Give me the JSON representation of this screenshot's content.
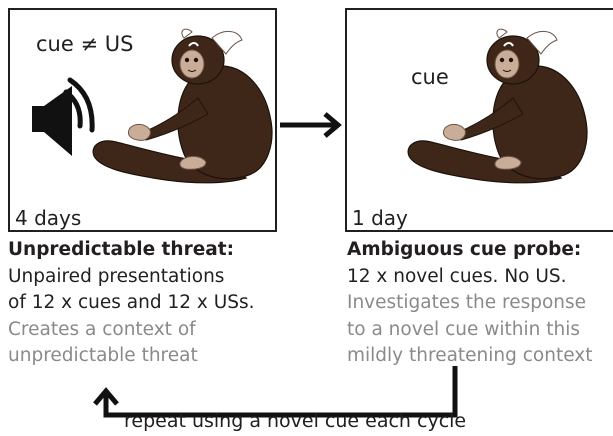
{
  "panels": {
    "left": {
      "cue_label": "cue ≠ US",
      "duration": "4 days",
      "icon": "speaker-icon"
    },
    "right": {
      "cue_label": "cue",
      "duration": "1 day"
    }
  },
  "descriptions": {
    "left": {
      "title": "Unpredictable threat:",
      "lines": [
        "Unpaired presentations",
        "of 12 x cues and 12 x USs."
      ],
      "gray_lines": [
        "Creates a context of",
        "unpredictable threat"
      ]
    },
    "right": {
      "title": "Ambiguous cue probe:",
      "lines": [
        "12 x  novel cues. No US."
      ],
      "gray_lines": [
        "Investigates the response",
        "to a novel cue within this",
        "mildly threatening context"
      ]
    }
  },
  "cycle_label": "repeat using a novel cue each cycle",
  "colors": {
    "ink": "#231f20",
    "fur": "#3e2718",
    "gray_text": "#8a8a8a"
  }
}
